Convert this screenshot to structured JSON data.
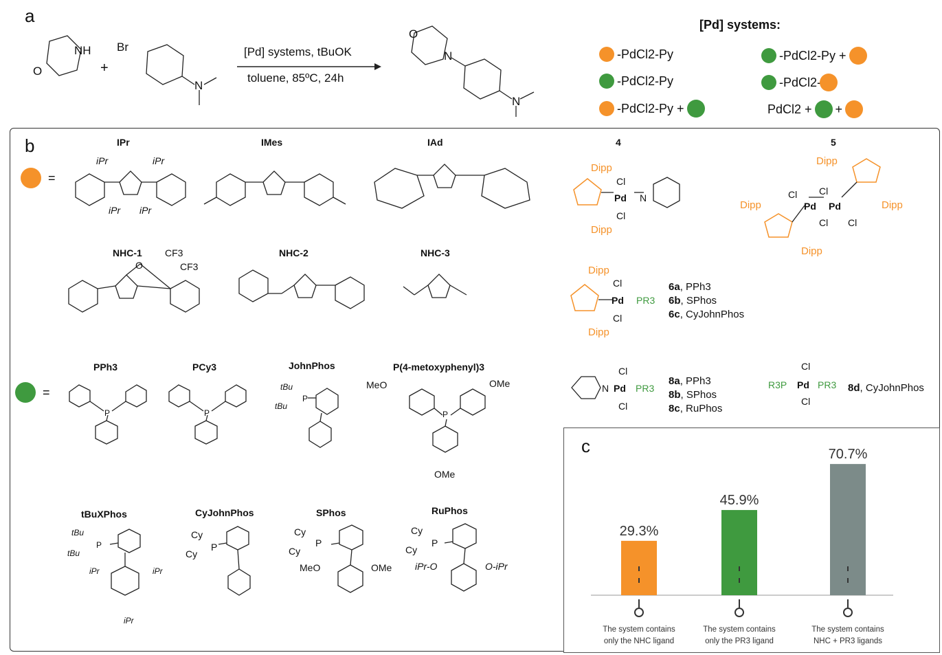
{
  "panel_a": {
    "letter": "a",
    "reactant1_atoms": {
      "nh": "NH",
      "o": "O"
    },
    "plus": "+",
    "reactant2_atoms": {
      "br": "Br",
      "n": "N"
    },
    "conditions_top": "[Pd] systems, tBuOK",
    "conditions_bottom": "toluene, 85ºC, 24h",
    "product_atoms": {
      "o": "O",
      "n1": "N",
      "n2": "N"
    }
  },
  "pd_systems": {
    "title": "[Pd] systems:",
    "items": [
      {
        "text": "-PdCl2-Py",
        "pre": "orange",
        "post": ""
      },
      {
        "text": "-PdCl2-Py +",
        "pre": "green",
        "post": "orange"
      },
      {
        "text": "-PdCl2-Py",
        "pre": "green",
        "post": ""
      },
      {
        "text": "-PdCl2-",
        "pre": "green",
        "post": "orange"
      },
      {
        "text": "-PdCl2-Py +",
        "pre": "orange",
        "post": "green"
      },
      {
        "text": "PdCl2 +",
        "pre": "",
        "post": "green",
        "post2": "orange",
        "mid": "+"
      }
    ]
  },
  "panel_b": {
    "letter": "b",
    "equals": "=",
    "nhc_labels": [
      "IPr",
      "IMes",
      "IAd",
      "NHC-1",
      "NHC-2",
      "NHC-3"
    ],
    "phosphine_labels": [
      "PPh3",
      "PCy3",
      "JohnPhos",
      "P(4-metoxyphenyl)3",
      "tBuXPhos",
      "CyJohnPhos",
      "SPhos",
      "RuPhos"
    ],
    "substituents": {
      "ipr": "iPr",
      "cf3": "CF3",
      "tbu": "tBu",
      "cy": "Cy",
      "meo": "MeO",
      "ome": "OMe",
      "ipro": "iPr-O",
      "oipr": "O-iPr",
      "p": "P",
      "n": "N",
      "o": "O"
    },
    "complex_labels": {
      "c4": "4",
      "c5": "5"
    },
    "atoms": {
      "dipp": "Dipp",
      "cl": "Cl",
      "pd": "Pd",
      "n": "N",
      "pr3": "PR3",
      "r3p": "R3P"
    },
    "series6": [
      {
        "id": "6a",
        "name": "PPh3"
      },
      {
        "id": "6b",
        "name": "SPhos"
      },
      {
        "id": "6c",
        "name": "CyJohnPhos"
      }
    ],
    "series8": [
      {
        "id": "8a",
        "name": "PPh3"
      },
      {
        "id": "8b",
        "name": "SPhos"
      },
      {
        "id": "8c",
        "name": "RuPhos"
      }
    ],
    "series8d": {
      "id": "8d",
      "name": "CyJohnPhos"
    }
  },
  "panel_c": {
    "letter": "c"
  },
  "chart_data": {
    "type": "bar",
    "categories": [
      "The system contains only the NHC ligand",
      "The system contains only the PR3 ligand",
      "The system contains NHC + PR3 ligands"
    ],
    "category_lines": [
      [
        "The system contains",
        "only the NHC ligand"
      ],
      [
        "The system contains",
        "only the PR3 ligand"
      ],
      [
        "The system contains",
        "NHC + PR3 ligands"
      ]
    ],
    "values": [
      29.3,
      45.9,
      70.7
    ],
    "value_labels": [
      "29.3%",
      "45.9%",
      "70.7%"
    ],
    "colors": [
      "#f5922a",
      "#3f9a3f",
      "#7c8b89"
    ],
    "ylim": [
      0,
      80
    ],
    "grid": false
  }
}
